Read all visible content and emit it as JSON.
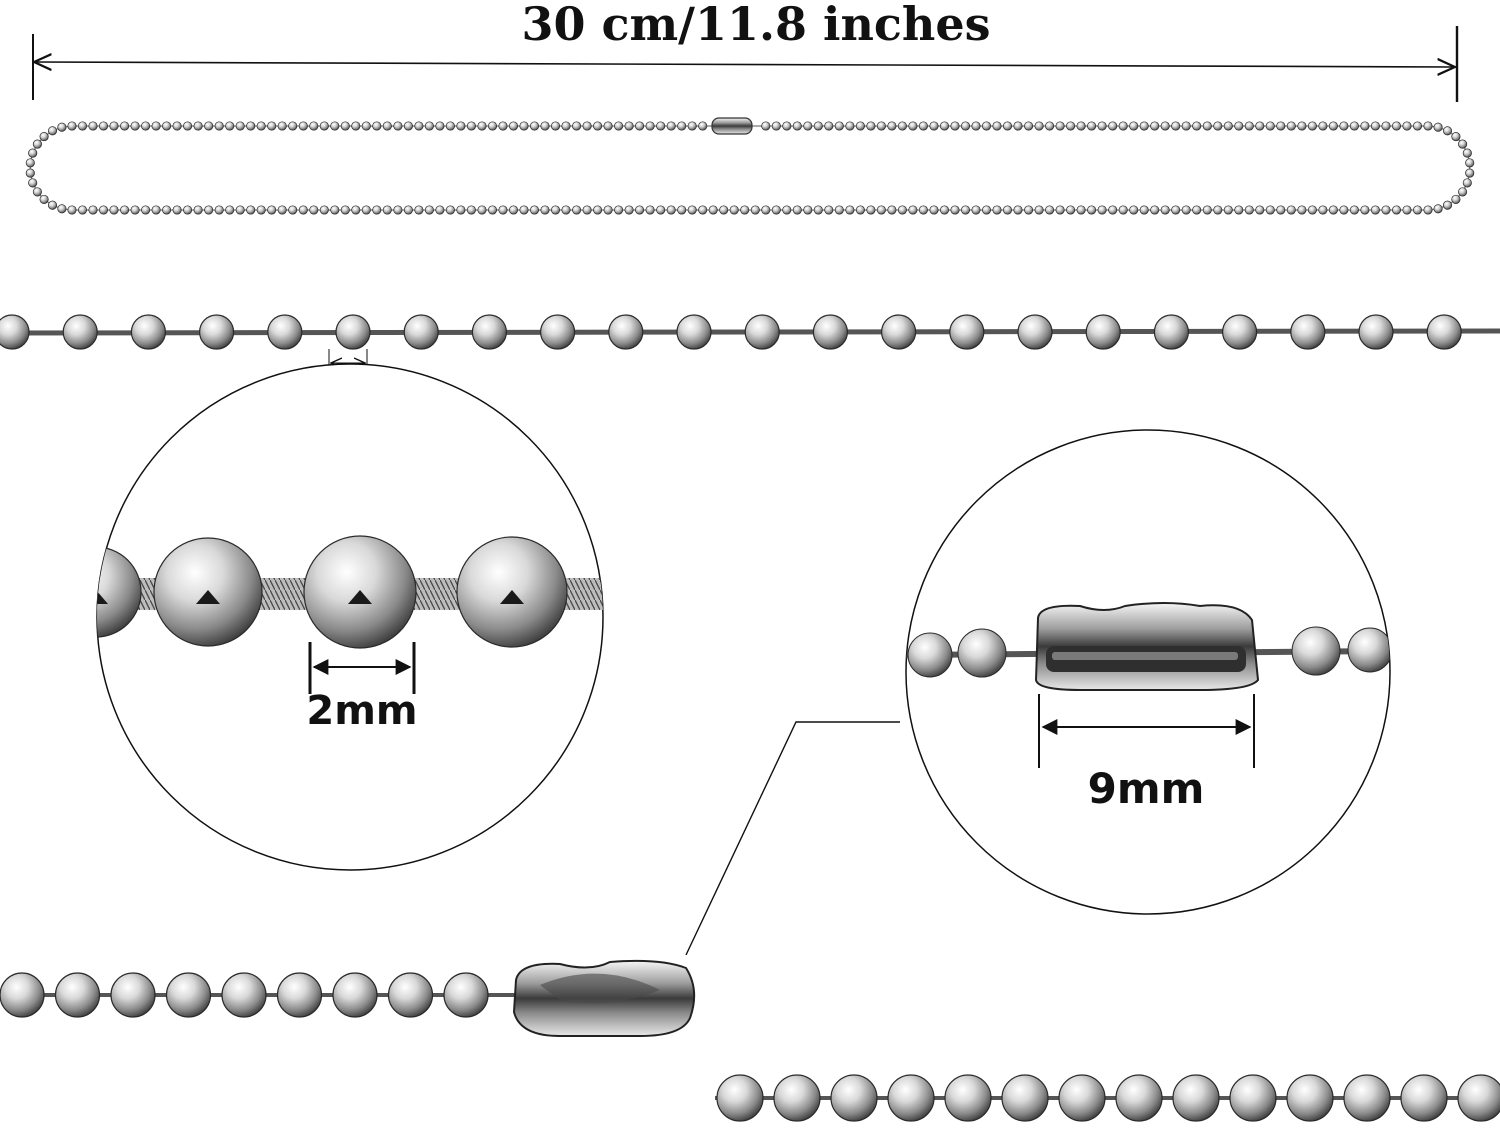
{
  "length_label": "30 cm/11.8 inches",
  "bead_diameter_label": "2mm",
  "connector_length_label": "9mm",
  "colors": {
    "background": "#ffffff",
    "metal_light": "#f4f4f4",
    "metal_mid": "#a9a9a9",
    "metal_dark": "#3a3a3a",
    "line": "#111111"
  },
  "icons": [
    "ball-chain-necklace",
    "ball-chain-strand",
    "magnifier-circle",
    "chain-connector-clasp"
  ]
}
